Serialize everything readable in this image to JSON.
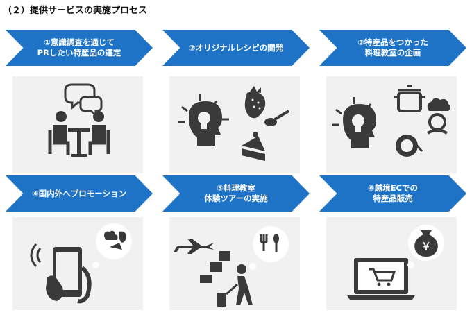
{
  "title": "（２）提供サービスの実施プロセス",
  "steps": [
    {
      "line1": "①意識調査を通じて",
      "line2": "PRしたい特産品の選定"
    },
    {
      "line1": "②オリジナルレシピの開発",
      "line2": ""
    },
    {
      "line1": "③特産品をつかった",
      "line2": "料理教室の企画"
    },
    {
      "line1": "④国内外へプロモーション",
      "line2": ""
    },
    {
      "line1": "⑤料理教室",
      "line2": "体験ツアーの実施"
    },
    {
      "line1": "⑥越境ECでの",
      "line2": "特産品販売"
    }
  ],
  "icons": {
    "money_bag_symbol": "￥"
  },
  "colors": {
    "arrow_blue": "#1e73c7",
    "icon_dark": "#3a3a3a",
    "panel_bg": "#f1f1f1"
  }
}
